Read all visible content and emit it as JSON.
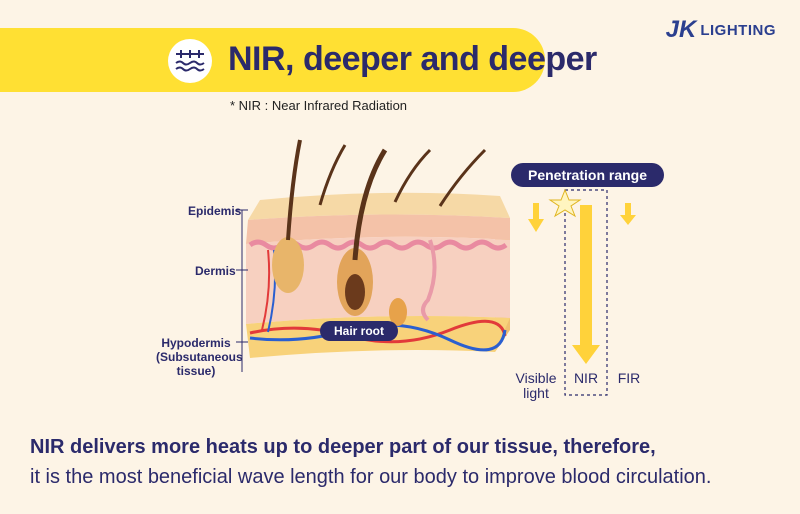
{
  "header": {
    "title": "NIR, deeper and deeper",
    "icon": "wave-heat-icon",
    "accent_color": "#ffe033"
  },
  "logo": {
    "mark": "JK",
    "text": "LIGHTING"
  },
  "footnote": "* NIR : Near Infrared Radiation",
  "diagram": {
    "layers": [
      {
        "name": "Epidemis"
      },
      {
        "name": "Dermis"
      },
      {
        "name": "Hypodermis\n(Subsutaneous\ntissue)"
      }
    ],
    "hair_root_label": "Hair root",
    "penetration_title": "Penetration range",
    "waves": [
      {
        "label": "Visible\nlight",
        "depth": "shallow",
        "color": "#ffd23a"
      },
      {
        "label": "NIR",
        "depth": "deep",
        "color": "#ffd23a"
      },
      {
        "label": "FIR",
        "depth": "shallow",
        "color": "#ffd23a"
      }
    ]
  },
  "body_text": {
    "line1": "NIR delivers more heats up to deeper part of our tissue, therefore,",
    "line2": "it is the most beneficial wave length for our body to improve blood circulation."
  }
}
